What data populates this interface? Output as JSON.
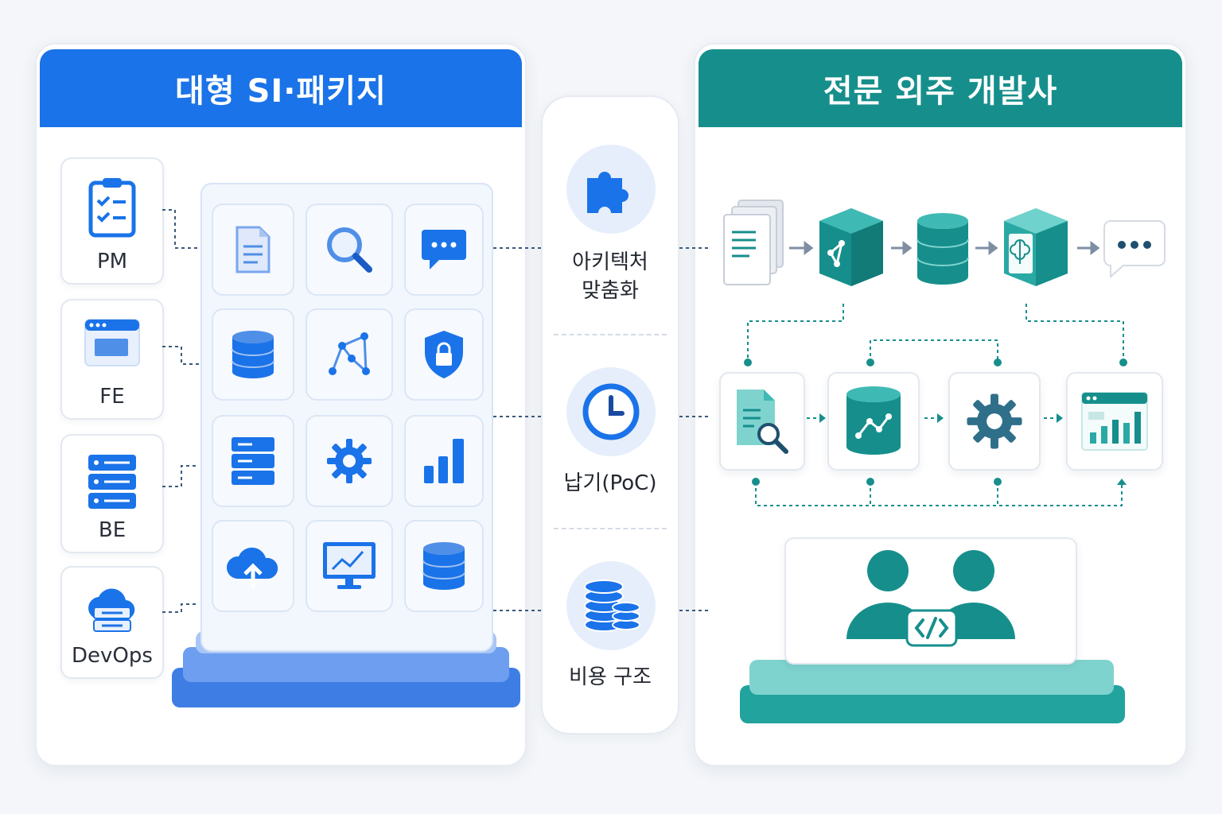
{
  "left_panel": {
    "title": "대형 SI·패키지",
    "roles": [
      {
        "label": "PM",
        "icon": "clipboard-checklist-icon"
      },
      {
        "label": "FE",
        "icon": "browser-window-icon"
      },
      {
        "label": "BE",
        "icon": "server-stack-icon"
      },
      {
        "label": "DevOps",
        "icon": "cloud-server-icon"
      }
    ],
    "tiles": [
      "document-icon",
      "magnifier-icon",
      "chat-bubble-icon",
      "database-icon",
      "network-nodes-icon",
      "shield-lock-icon",
      "server-rack-icon",
      "gear-icon",
      "bar-chart-icon",
      "cloud-upload-icon",
      "monitor-chart-icon",
      "database-icon"
    ]
  },
  "middle": {
    "items": [
      {
        "label_line1": "아키텍처",
        "label_line2": "맞춤화",
        "icon": "puzzle-piece-icon"
      },
      {
        "label_line1": "납기(PoC)",
        "icon": "clock-icon"
      },
      {
        "label_line1": "비용 구조",
        "icon": "coin-stack-icon"
      }
    ]
  },
  "right_panel": {
    "title": "전문 외주 개발사",
    "pipeline_icons": [
      "document-stack-icon",
      "network-cube-icon",
      "database-icon",
      "ai-brain-cube-icon",
      "chat-bubble-icon"
    ],
    "process_icons": [
      "document-search-icon",
      "data-graph-icon",
      "gear-icon",
      "dashboard-chart-icon"
    ],
    "team_icon": "developer-team-code-icon"
  },
  "colors": {
    "blue": "#1a73e8",
    "teal": "#168f8c"
  }
}
